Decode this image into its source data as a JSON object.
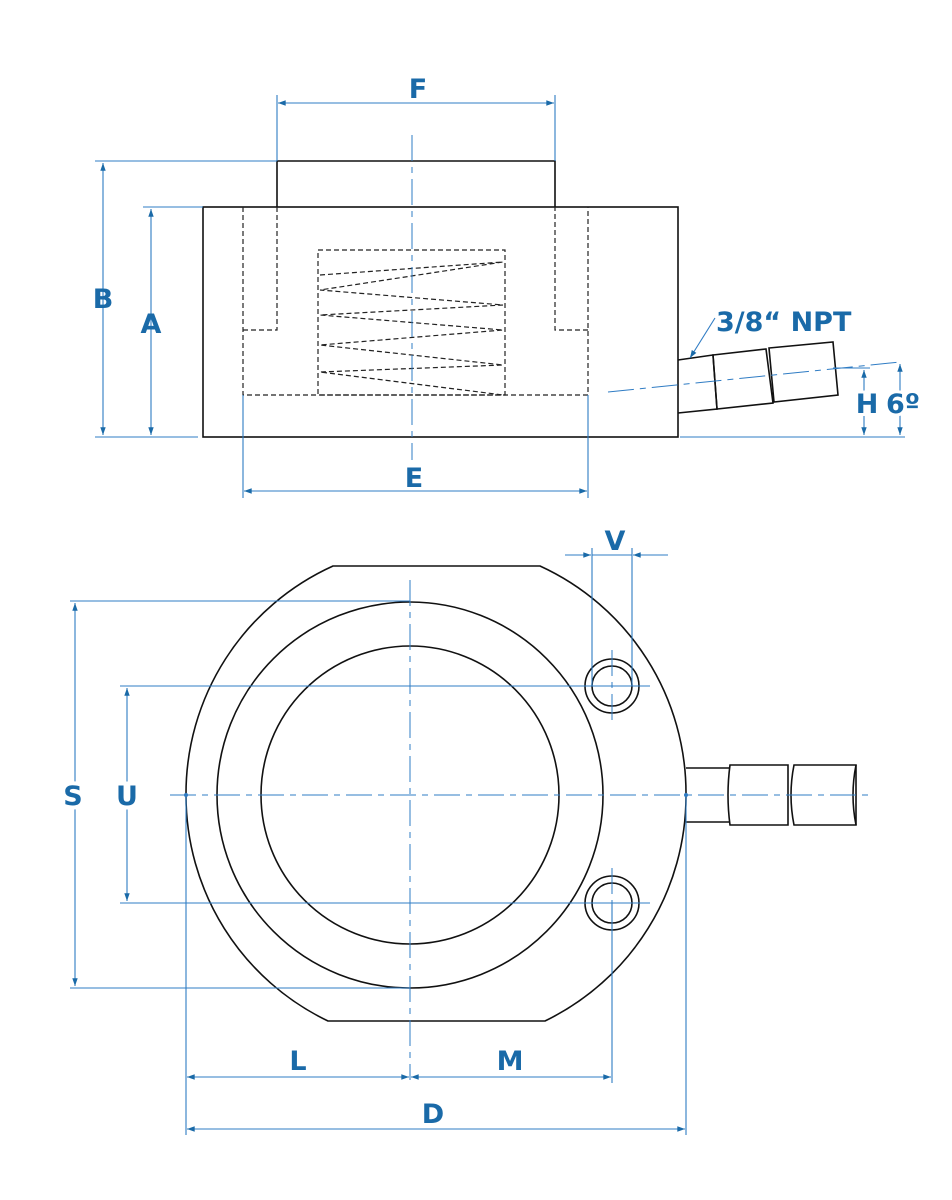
{
  "colors": {
    "dimension": "#2f7cc4",
    "label": "#1a6aa8",
    "outline": "#111111"
  },
  "side_view": {
    "labels": {
      "F": "F",
      "B": "B",
      "A": "A",
      "E": "E",
      "H": "H",
      "angle": "6º",
      "port": "3/8“ NPT"
    }
  },
  "top_view": {
    "labels": {
      "V": "V",
      "S": "S",
      "U": "U",
      "L": "L",
      "M": "M",
      "D": "D"
    }
  }
}
